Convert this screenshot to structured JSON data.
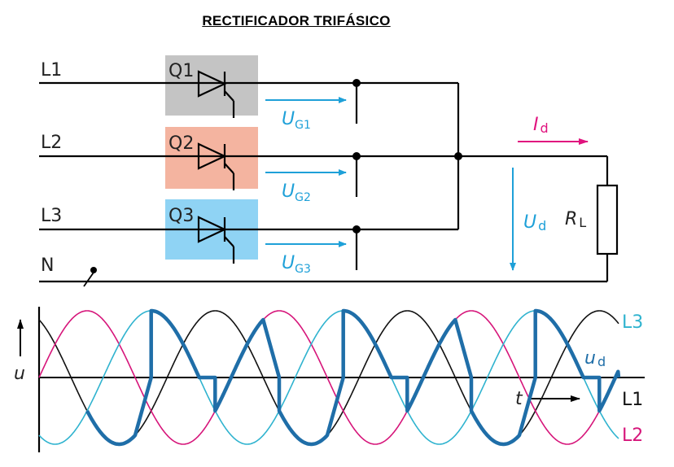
{
  "title": "RECTIFICADOR TRIFÁSICO",
  "circuit": {
    "lines": [
      "L1",
      "L2",
      "L3",
      "N"
    ],
    "thyristors": [
      {
        "label": "Q1",
        "gate_symbol": "U",
        "gate_sub": "G1",
        "color": "#c4c4c4"
      },
      {
        "label": "Q2",
        "gate_symbol": "U",
        "gate_sub": "G2",
        "color": "#f4b4a0"
      },
      {
        "label": "Q3",
        "gate_symbol": "U",
        "gate_sub": "G3",
        "color": "#8fd3f4"
      }
    ],
    "current": {
      "symbol": "I",
      "sub": "d",
      "color": "#e0137e"
    },
    "voltage": {
      "symbol": "U",
      "sub": "d",
      "color": "#1ea0d8"
    },
    "load": {
      "symbol": "R",
      "sub": "L"
    }
  },
  "waveform": {
    "y_axis_label": "u",
    "time_label": "t",
    "output_label": "u",
    "output_sub": "d",
    "phases": [
      {
        "name": "L1",
        "color": "#111111",
        "phase_deg": 0
      },
      {
        "name": "L2",
        "color": "#d6157a",
        "phase_deg": -120
      },
      {
        "name": "L3",
        "color": "#2fb3cf",
        "phase_deg": 120
      }
    ],
    "output_color": "#1f6ea8",
    "cycles": 3
  }
}
